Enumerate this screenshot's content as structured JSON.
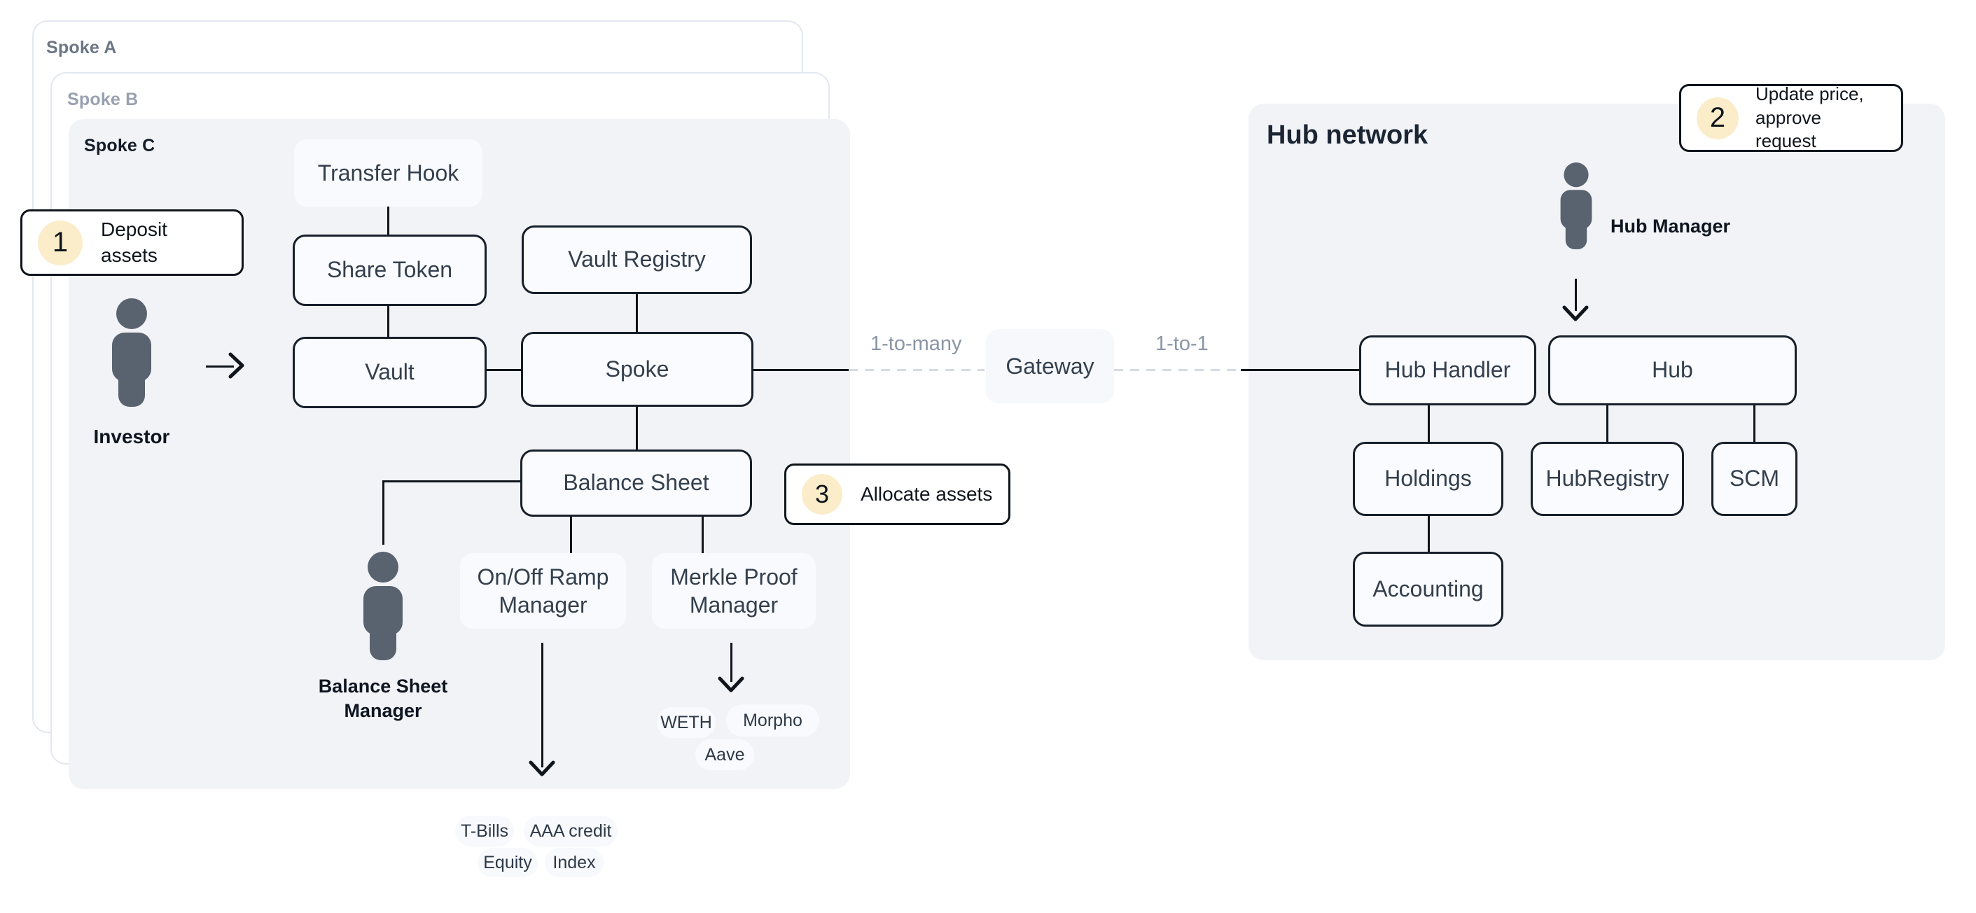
{
  "cards": {
    "spoke_a": "Spoke A",
    "spoke_b": "Spoke B",
    "spoke_c": "Spoke C"
  },
  "hub": {
    "title": "Hub network"
  },
  "nodes": {
    "transfer_hook": "Transfer Hook",
    "share_token": "Share Token",
    "vault_registry": "Vault Registry",
    "vault": "Vault",
    "spoke": "Spoke",
    "balance_sheet": "Balance Sheet",
    "on_off_ramp_manager": "On/Off Ramp Manager",
    "merkle_proof_manager": "Merkle Proof Manager",
    "gateway": "Gateway",
    "hub_handler": "Hub Handler",
    "hub": "Hub",
    "holdings": "Holdings",
    "hub_registry": "HubRegistry",
    "scm": "SCM",
    "accounting": "Accounting"
  },
  "actors": {
    "investor": "Investor",
    "balance_sheet_manager": "Balance Sheet Manager",
    "hub_manager": "Hub Manager"
  },
  "steps": {
    "step1": {
      "number": "1",
      "label": "Deposit assets"
    },
    "step2": {
      "number": "2",
      "line1": "Update price,",
      "line2": "approve request"
    },
    "step3": {
      "number": "3",
      "label": "Allocate assets"
    }
  },
  "connection_labels": {
    "spoke_side": "1-to-many",
    "hub_side": "1-to-1"
  },
  "protocol_tags": [
    "WETH",
    "Morpho",
    "Aave"
  ],
  "asset_tags": [
    "T-Bills",
    "AAA credit",
    "Equity",
    "Index"
  ],
  "colors": {
    "badge_yellow": "#fbedca",
    "panel_gray": "#f1f3f7",
    "line_black": "#10151c",
    "dashed_gray": "#d7dbe2",
    "person_gray": "#59636f",
    "muted_label": "#8a95a5"
  }
}
